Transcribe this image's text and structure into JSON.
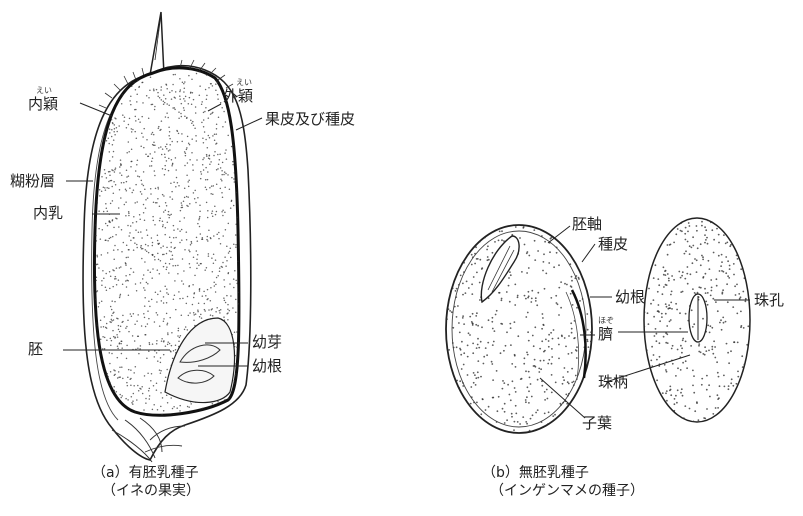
{
  "figure_a": {
    "labels": {
      "naiei": "内穎",
      "gaiei": "外穎",
      "kahi": "果皮及び種皮",
      "kofunso": "糊粉層",
      "nainyu": "内乳",
      "hai": "胚",
      "yoga": "幼芽",
      "yokon": "幼根"
    },
    "ruby": {
      "naiei": "えい",
      "gaiei": "えい"
    },
    "caption": {
      "line1": "（a）有胚乳種子",
      "line2": "（イネの果実）"
    }
  },
  "figure_b": {
    "labels": {
      "haijiku": "胚軸",
      "shuhi": "種皮",
      "yokon": "幼根",
      "hozo": "臍",
      "shuhei": "珠柄",
      "shiyo": "子葉",
      "shuko": "珠孔"
    },
    "ruby": {
      "hozo": "ほぞ"
    },
    "caption": {
      "line1": "（b）無胚乳種子",
      "line2": "（インゲンマメの種子）"
    }
  }
}
